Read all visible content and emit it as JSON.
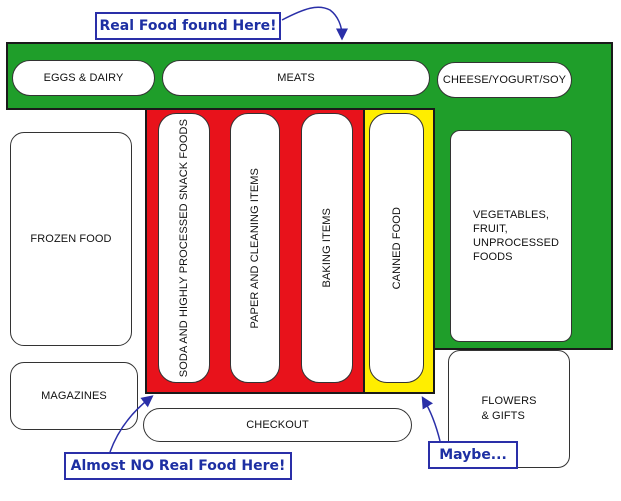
{
  "callouts": {
    "real_food": "Real Food found Here!",
    "almost_no": "Almost NO Real Food Here!",
    "maybe": "Maybe..."
  },
  "sections": {
    "eggs_dairy": "EGGS & DAIRY",
    "meats": "MEATS",
    "cheese": "CHEESE/YOGURT/SOY",
    "frozen": "FROZEN FOOD",
    "magazines": "MAGAZINES",
    "soda": "SODA AND HIGHLY PROCESSED SNACK FOODS",
    "paper": "PAPER AND CLEANING ITEMS",
    "baking": "BAKING ITEMS",
    "canned": "CANNED FOOD",
    "vegetables_1": "VEGETABLES,",
    "vegetables_2": "FRUIT,",
    "vegetables_3": "UNPROCESSED",
    "vegetables_4": "FOODS",
    "flowers_1": "FLOWERS",
    "flowers_2": "& GIFTS",
    "checkout": "CHECKOUT"
  },
  "colors": {
    "real_food_zone": "#1f9e2a",
    "processed_zone": "#e8121b",
    "maybe_zone": "#ffee00",
    "callout_text": "#1d2fa3"
  }
}
